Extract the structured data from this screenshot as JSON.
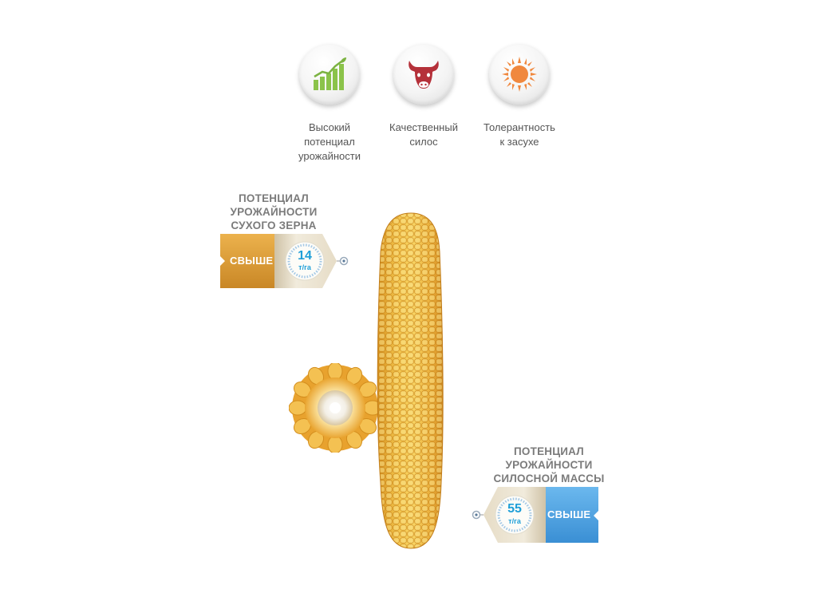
{
  "features": [
    {
      "icon": "growth-chart-icon",
      "label": "Высокий\nпотенциал\nурожайности"
    },
    {
      "icon": "cow-head-icon",
      "label": "Качественный\nсилос"
    },
    {
      "icon": "sun-icon",
      "label": "Толерантность\nк засухе"
    }
  ],
  "grain_potential": {
    "title": "ПОТЕНЦИАЛ\nУРОЖАЙНОСТИ\nСУХОГО ЗЕРНА",
    "prefix": "СВЫШЕ",
    "value": "14",
    "unit": "т/га",
    "color": "#e0a33c"
  },
  "silage_potential": {
    "title": "ПОТЕНЦИАЛ\nУРОЖАЙНОСТИ\nСИЛОСНОЙ МАССЫ",
    "prefix": "СВЫШЕ",
    "value": "55",
    "unit": "т/га",
    "color": "#5aa9e6"
  },
  "colors": {
    "accent_blue": "#1e9fd8",
    "corn_yellow": "#f2c94c"
  }
}
